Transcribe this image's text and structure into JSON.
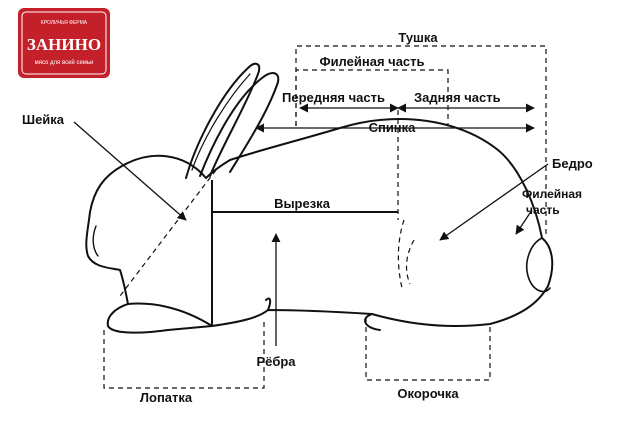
{
  "logo": {
    "top_text": "КРОЛИЧЬЯ ФЕРМА",
    "brand": "ЗАНИНО",
    "tagline": "мясо для всей семьи",
    "brand_color": "#c4202a"
  },
  "labels": {
    "carcass": "Тушка",
    "fillet_part": "Филейная часть",
    "front_part": "Передняя часть",
    "rear_part": "Задняя часть",
    "back": "Спинка",
    "neck": "Шейка",
    "thigh": "Бедро",
    "fillet_part_rear_line1": "Филейная",
    "fillet_part_rear_line2": "часть",
    "tenderloin": "Вырезка",
    "ribs": "Рёбра",
    "shoulder": "Лопатка",
    "leg": "Окорочка"
  }
}
